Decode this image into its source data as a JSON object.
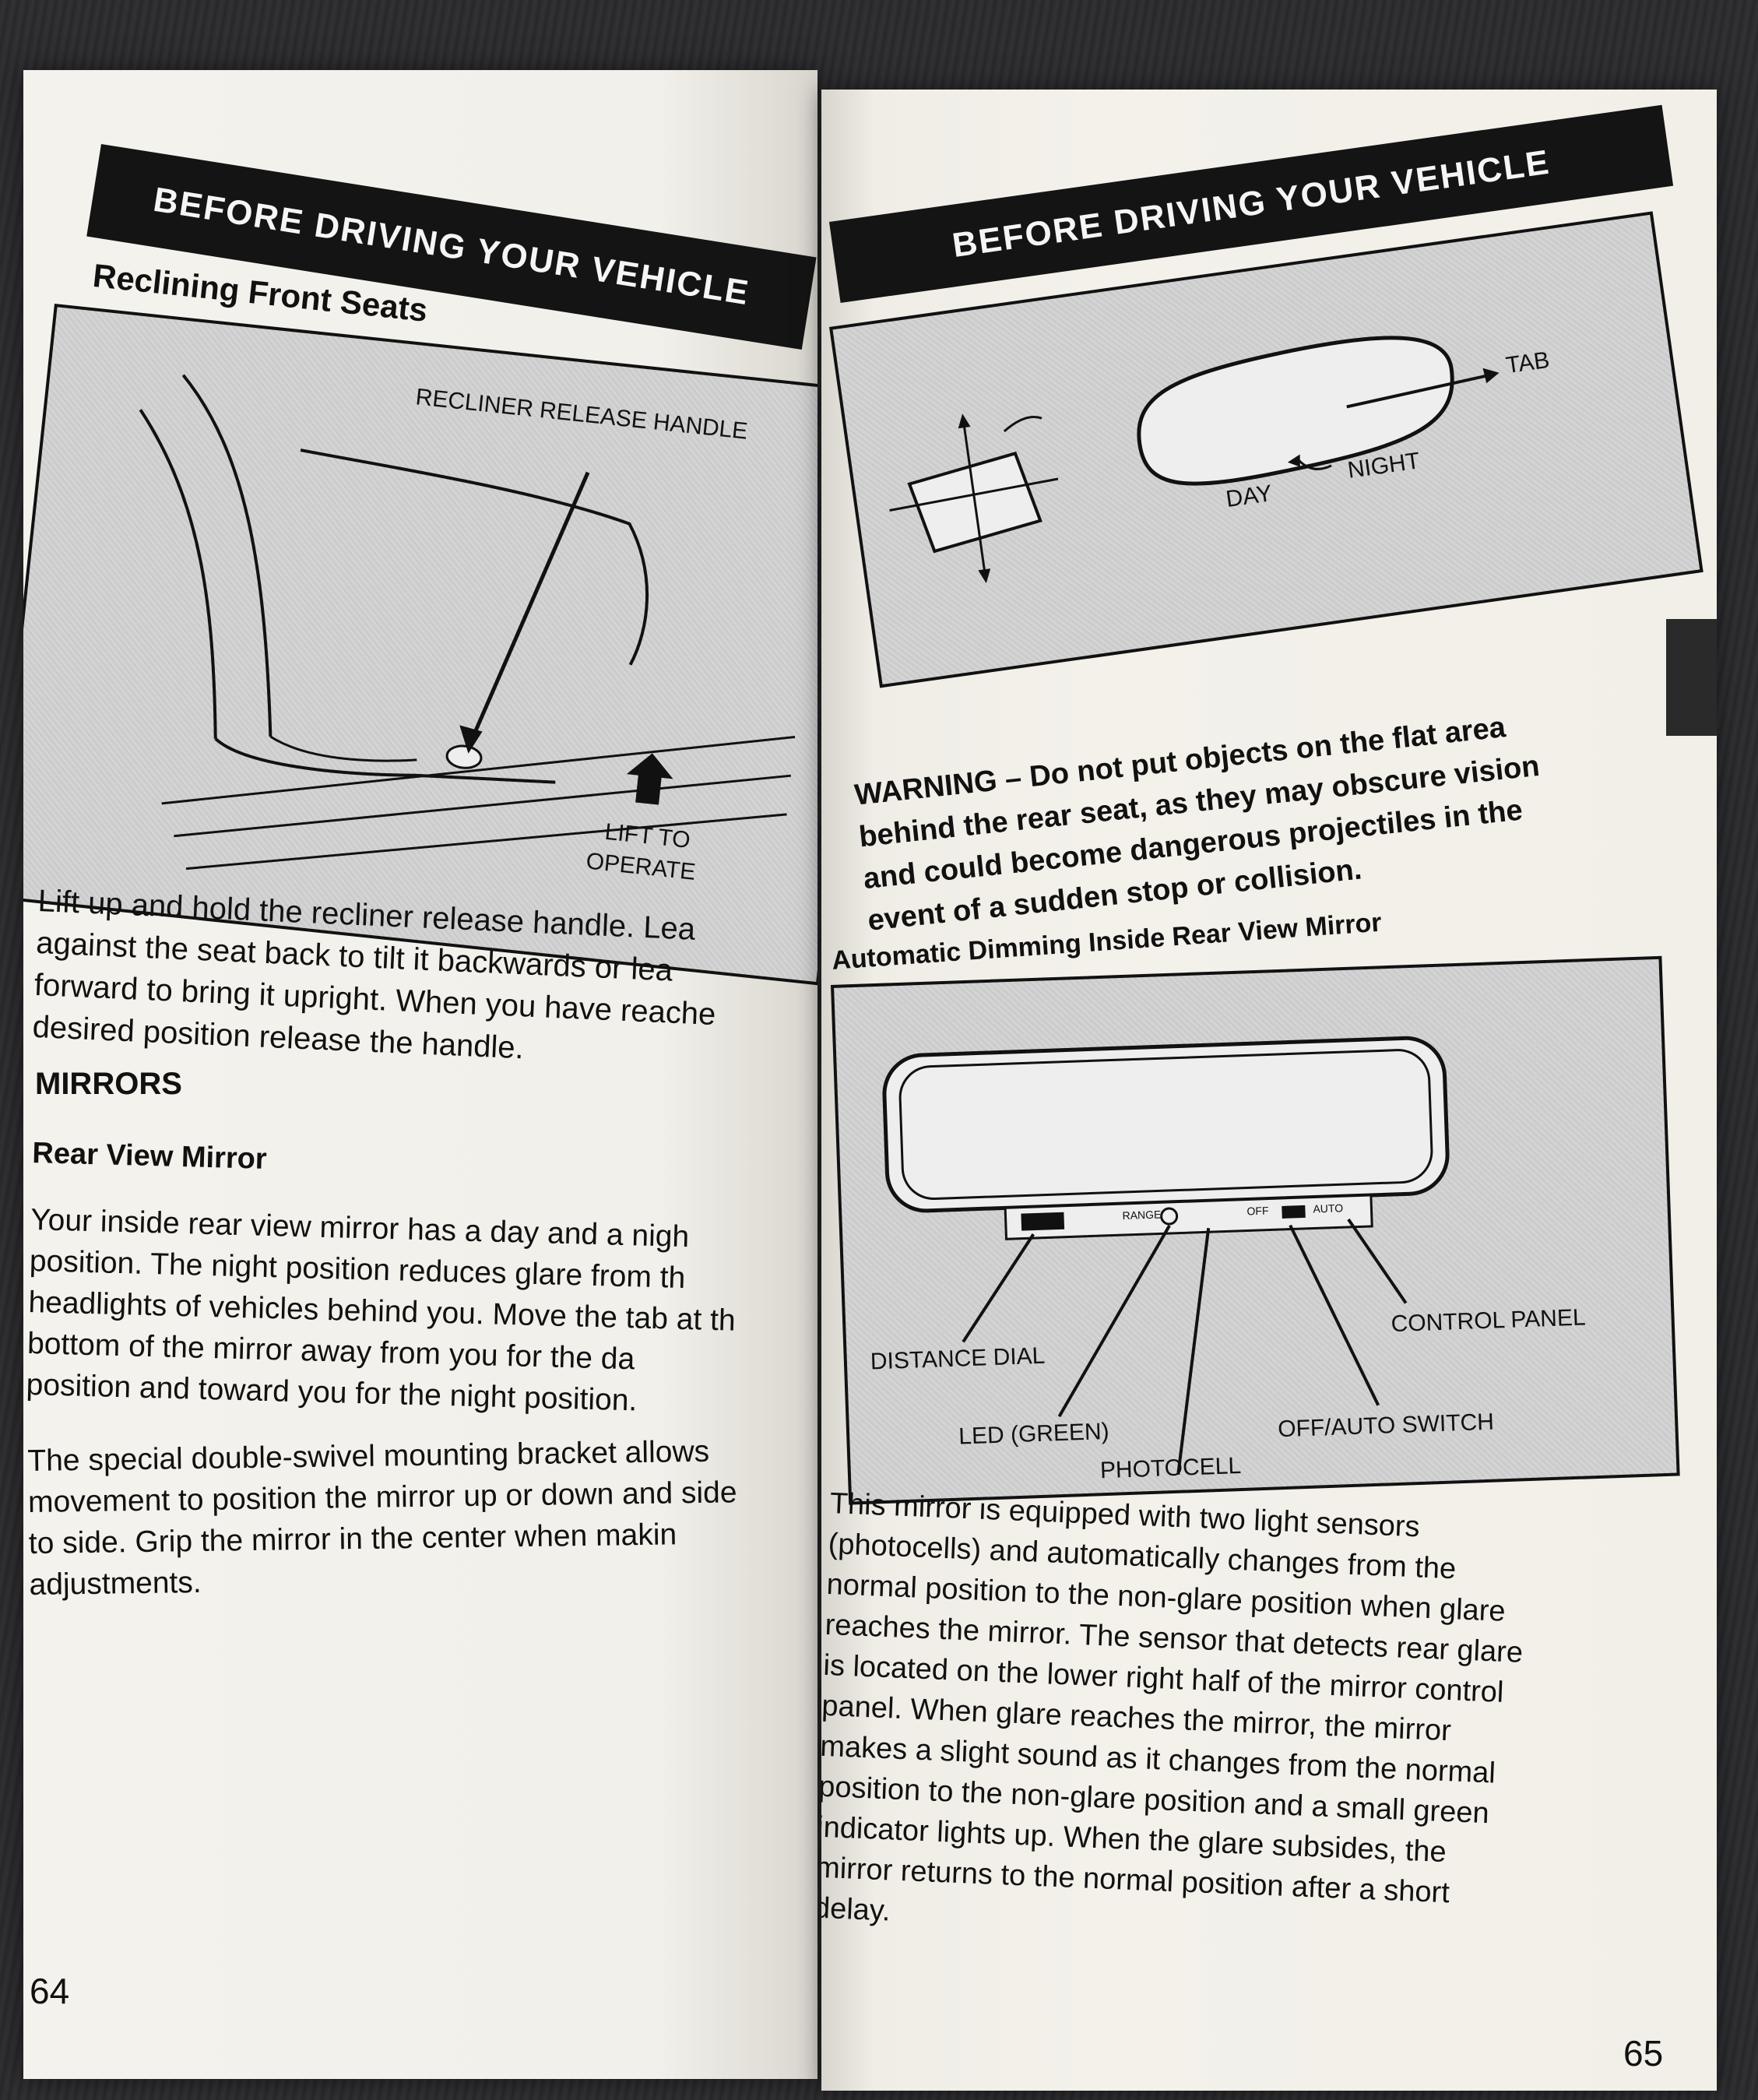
{
  "left_page": {
    "header": "BEFORE DRIVING YOUR VEHICLE",
    "section_title": "Reclining Front Seats",
    "figure_labels": {
      "handle": "RECLINER RELEASE HANDLE",
      "lift_line1": "LIFT TO",
      "lift_line2": "OPERATE"
    },
    "paragraph1_lines": [
      "Lift up and hold the recliner release handle. Lea",
      "against the seat back to tilt it backwards or lea",
      "forward to bring it upright. When you have reache",
      "desired position release the handle."
    ],
    "mirrors_heading": "MIRRORS",
    "rear_view_heading": "Rear View Mirror",
    "paragraph2_lines": [
      "Your inside rear view mirror has a day and a nigh",
      "position. The night position reduces glare from th",
      "headlights of vehicles behind you. Move the tab at th",
      "bottom of the mirror away from you for the da",
      "position and toward you for the night position."
    ],
    "paragraph3_lines": [
      "The special double-swivel mounting bracket allows",
      "movement to position the mirror up or down and side",
      "to side. Grip the mirror in the center when makin",
      "adjustments."
    ],
    "page_number": "64"
  },
  "right_page": {
    "header": "BEFORE DRIVING YOUR VEHICLE",
    "figure1_labels": {
      "tab": "TAB",
      "day": "DAY",
      "night": "NIGHT"
    },
    "warning_lines": [
      "WARNING – Do not put objects on the flat area",
      "behind the rear seat, as they may obscure vision",
      "and could become dangerous projectiles in the",
      "event of a sudden stop or collision."
    ],
    "auto_dim_heading": "Automatic Dimming Inside Rear View Mirror",
    "figure2_labels": {
      "distance_dial": "DISTANCE DIAL",
      "led_green": "LED (GREEN)",
      "photocell": "PHOTOCELL",
      "control_panel": "CONTROL PANEL",
      "off_auto_switch": "OFF/AUTO SWITCH",
      "range": "RANGE",
      "off": "OFF",
      "auto": "AUTO"
    },
    "paragraph_lines": [
      "This mirror is equipped with two light sensors",
      "(photocells) and automatically changes from the",
      "normal position to the non-glare position when glare",
      "reaches the mirror. The sensor that detects rear glare",
      "is located on the lower right half of the mirror control",
      "panel. When glare reaches the mirror, the mirror",
      "makes a slight sound as it changes from the normal",
      "position to the non-glare position and a small green",
      "indicator lights up. When the glare subsides, the",
      "mirror returns to the normal position after a short",
      "delay."
    ],
    "page_number": "65"
  },
  "colors": {
    "paper": "#f3f1ea",
    "ink": "#111111",
    "header_band": "#141414",
    "binder": "#2a2a2c"
  }
}
